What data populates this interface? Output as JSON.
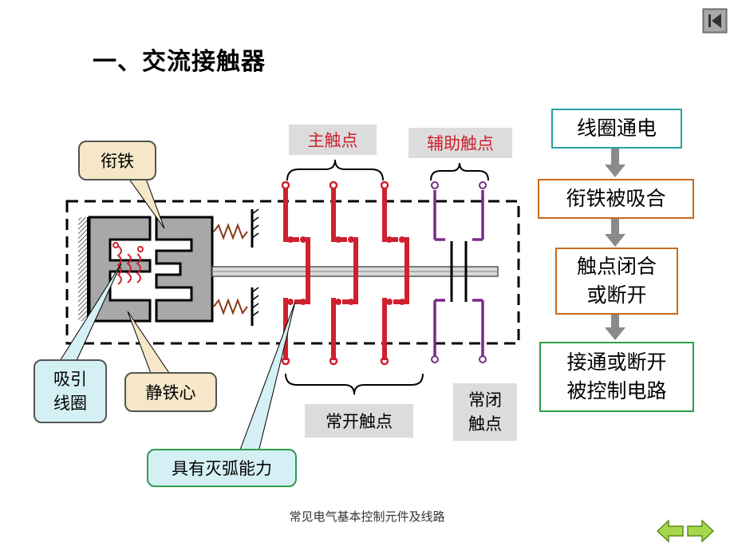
{
  "title": "一、交流接触器",
  "footer": "常见电气基本控制元件及线路",
  "labels": {
    "main_contacts": "主触点",
    "aux_contacts": "辅助触点",
    "armature": "衔铁",
    "coil": "吸引\n线圈",
    "static_core": "静铁心",
    "no_contacts": "常开触点",
    "nc_contacts": "常闭\n触点",
    "arc": "具有灭弧能力"
  },
  "flow": {
    "step1": "线圈通电",
    "step2": "衔铁被吸合",
    "step3": "触点闭合\n或断开",
    "step4": "接通或断开\n被控制电路"
  },
  "colors": {
    "main_contact": "#d0202e",
    "aux_contact": "#7b2a8c",
    "flow_border_green": "#2e9e4e",
    "flow_border_orange": "#c86a1a",
    "flow_border_teal": "#2aa0a0",
    "callout_tan": "#f5e7c7",
    "callout_blue": "#d5f0f4",
    "label_bg_gray": "#dcdcdc"
  }
}
